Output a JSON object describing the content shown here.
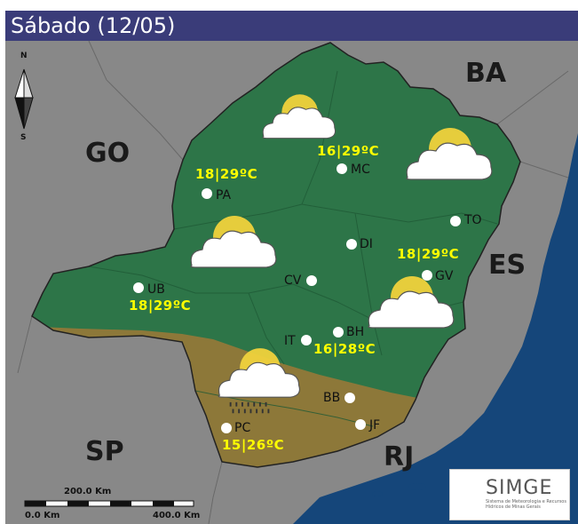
{
  "title": "Sábado (12/05)",
  "colors": {
    "forecast_green": "#2d7548",
    "forecast_brown": "#8d7839",
    "neighbor_gray": "#888888",
    "ocean": "#15467a",
    "title_bar": "#3a3c79",
    "temperature_text": "#ffff00",
    "sun": "#f0d23c",
    "cloud": "#ffffff",
    "rain": "#333333"
  },
  "states": [
    "GO",
    "BA",
    "ES",
    "SP",
    "RJ"
  ],
  "cities": [
    {
      "code": "PA"
    },
    {
      "code": "MC"
    },
    {
      "code": "TO"
    },
    {
      "code": "DI"
    },
    {
      "code": "CV"
    },
    {
      "code": "GV"
    },
    {
      "code": "UB"
    },
    {
      "code": "IT"
    },
    {
      "code": "BH"
    },
    {
      "code": "BB"
    },
    {
      "code": "JF"
    },
    {
      "code": "PC"
    }
  ],
  "forecasts": [
    {
      "temps": "18|29ºC",
      "icon": "sun-behind-cloud-icon"
    },
    {
      "temps": "16|29ºC",
      "icon": "sun-behind-cloud-icon"
    },
    {
      "temps": "18|29ºC",
      "icon": "sun-behind-cloud-icon"
    },
    {
      "temps": "18|29ºC",
      "icon": "sun-behind-cloud-icon"
    },
    {
      "temps": "16|28ºC",
      "icon": "sun-behind-cloud-icon"
    },
    {
      "temps": "15|26ºC",
      "icon": "sun-cloud-rain-icon"
    },
    {
      "icon": "sun-behind-cloud-icon"
    }
  ],
  "compass": {
    "north": "N",
    "south": "S"
  },
  "scale_bar": {
    "start": "0.0 Km",
    "middle": "200.0 Km",
    "end": "400.0 Km"
  },
  "logo": {
    "name": "SIMGE",
    "subtitle": "Sistema de Meteorologia e Recursos Hídricos de Minas Gerais"
  }
}
